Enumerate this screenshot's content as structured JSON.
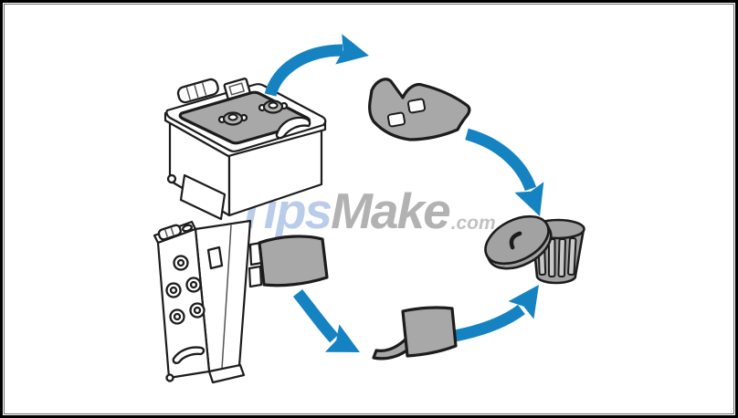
{
  "page": {
    "kind": "instructional-illustration",
    "description": "Steps showing removal of protective tape from two ink cartridges and discarding the tape into a trash can, connected by a circular flow of blue arrows"
  },
  "watermark": {
    "tips": "Tips",
    "make": "Make",
    "domain": ".com"
  },
  "palette": {
    "arrow_blue": "#1583c2",
    "tape_gray": "#a8a8a8",
    "tape_lite": "#b3b3b3",
    "can_gray": "#a2a2a2",
    "can_slot": "#c9c9c9",
    "line_dark": "#1c1c1c",
    "line_mid": "#555555",
    "wm_tips": "#b9cdea",
    "wm_make": "#b2b2b2",
    "wm_com": "#c2c2c2",
    "frame_black": "#000000",
    "frame_inner": "#6e6e6e"
  },
  "diagram": {
    "elements": [
      {
        "name": "ink-cartridge-horizontal",
        "desc": "print head cartridge lying flat with gray protective tape on top"
      },
      {
        "name": "flow-arrow-1",
        "desc": "blue curved arrow from cartridge to removed tape"
      },
      {
        "name": "removed-tape-piece",
        "desc": "peeled gray protective tape with two holes"
      },
      {
        "name": "flow-arrow-2",
        "desc": "blue curved arrow from tape down to trash can"
      },
      {
        "name": "trash-can",
        "desc": "gray trash can with tilted lid"
      },
      {
        "name": "flow-arrow-3",
        "desc": "blue curved arrow from standing cartridge to tape strip"
      },
      {
        "name": "tape-strip",
        "desc": "gray tape strip with folded end"
      },
      {
        "name": "flow-arrow-4",
        "desc": "blue curved arrow from tape strip up to trash can"
      },
      {
        "name": "ink-cartridge-vertical",
        "desc": "cartridge standing upright with tape being peeled from its side"
      }
    ]
  }
}
